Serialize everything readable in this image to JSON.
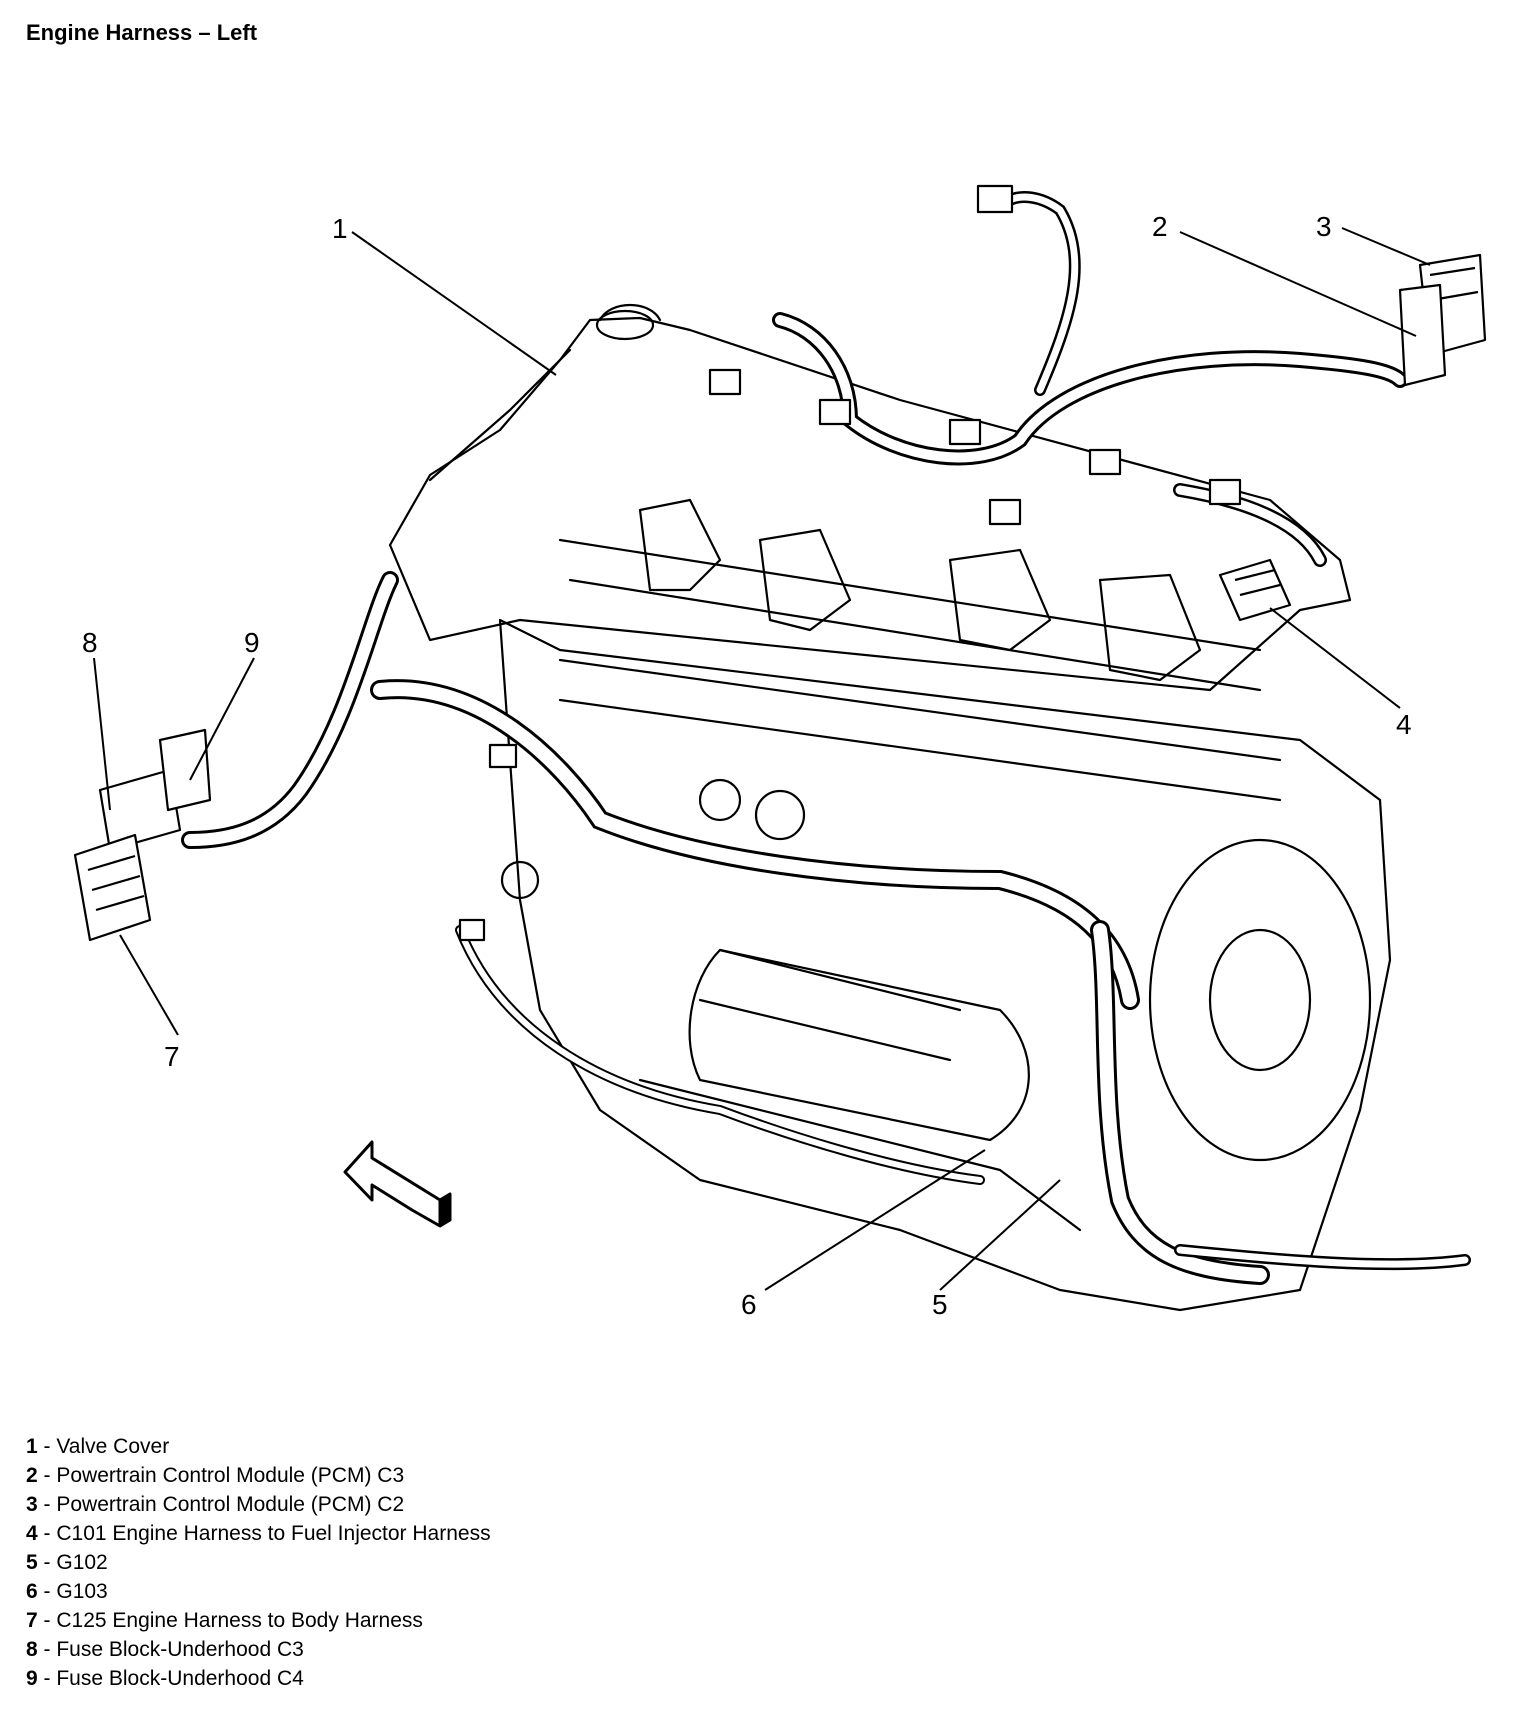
{
  "title": "Engine Harness – Left",
  "callouts": [
    "1",
    "2",
    "3",
    "4",
    "5",
    "6",
    "7",
    "8",
    "9"
  ],
  "legend": [
    {
      "num": "1",
      "sep": " - ",
      "label": "Valve Cover"
    },
    {
      "num": "2",
      "sep": " - ",
      "label": "Powertrain Control Module (PCM) C3"
    },
    {
      "num": "3",
      "sep": " - ",
      "label": "Powertrain Control Module (PCM) C2"
    },
    {
      "num": "4",
      "sep": " - ",
      "label": "C101 Engine Harness to Fuel Injector Harness"
    },
    {
      "num": "5",
      "sep": " - ",
      "label": "G102"
    },
    {
      "num": "6",
      "sep": " - ",
      "label": "G103"
    },
    {
      "num": "7",
      "sep": " - ",
      "label": "C125 Engine Harness to Body Harness"
    },
    {
      "num": "8",
      "sep": " - ",
      "label": "Fuse Block-Underhood C3"
    },
    {
      "num": "9",
      "sep": " - ",
      "label": "Fuse Block-Underhood C4"
    }
  ]
}
